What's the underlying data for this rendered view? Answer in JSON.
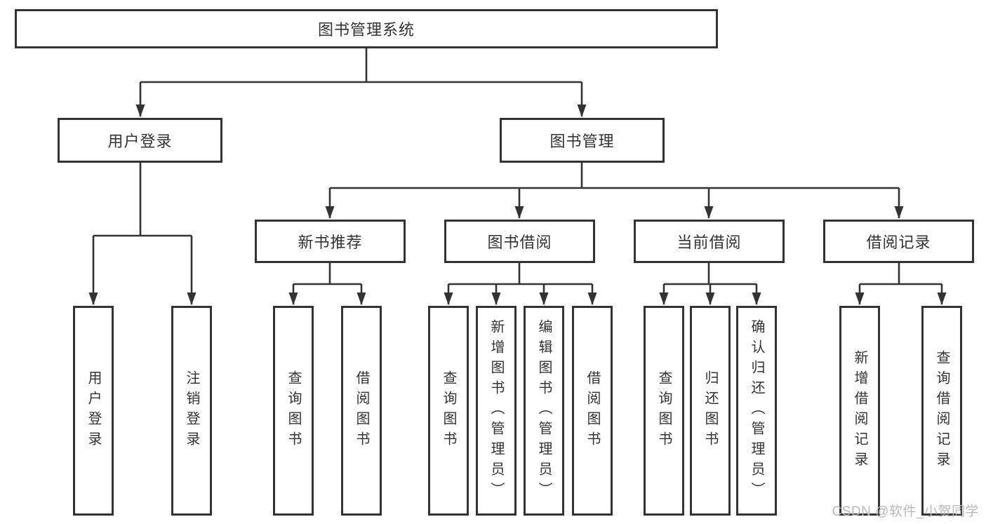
{
  "diagram": {
    "root": {
      "label": "图书管理系统"
    },
    "level2": [
      {
        "label": "用户登录"
      },
      {
        "label": "图书管理"
      }
    ],
    "level3": [
      {
        "label": "新书推荐"
      },
      {
        "label": "图书借阅"
      },
      {
        "label": "当前借阅"
      },
      {
        "label": "借阅记录"
      }
    ],
    "leaves": {
      "user": [
        {
          "label": "用户登录"
        },
        {
          "label": "注销登录"
        }
      ],
      "recommend": [
        {
          "label": "查询图书"
        },
        {
          "label": "借阅图书"
        }
      ],
      "borrow": [
        {
          "label": "查询图书"
        },
        {
          "label": "新增图书（管理员）"
        },
        {
          "label": "编辑图书（管理员）"
        },
        {
          "label": "借阅图书"
        }
      ],
      "current": [
        {
          "label": "查询图书"
        },
        {
          "label": "归还图书"
        },
        {
          "label": "确认归还（管理员）"
        }
      ],
      "record": [
        {
          "label": "新增借阅记录"
        },
        {
          "label": "查询借阅记录"
        }
      ]
    }
  },
  "watermark": {
    "text": "CSDN @软件_小贺同学"
  },
  "colors": {
    "line": "#333333",
    "text": "#333333",
    "background": "#ffffff",
    "watermark": "#b9b9b9"
  }
}
